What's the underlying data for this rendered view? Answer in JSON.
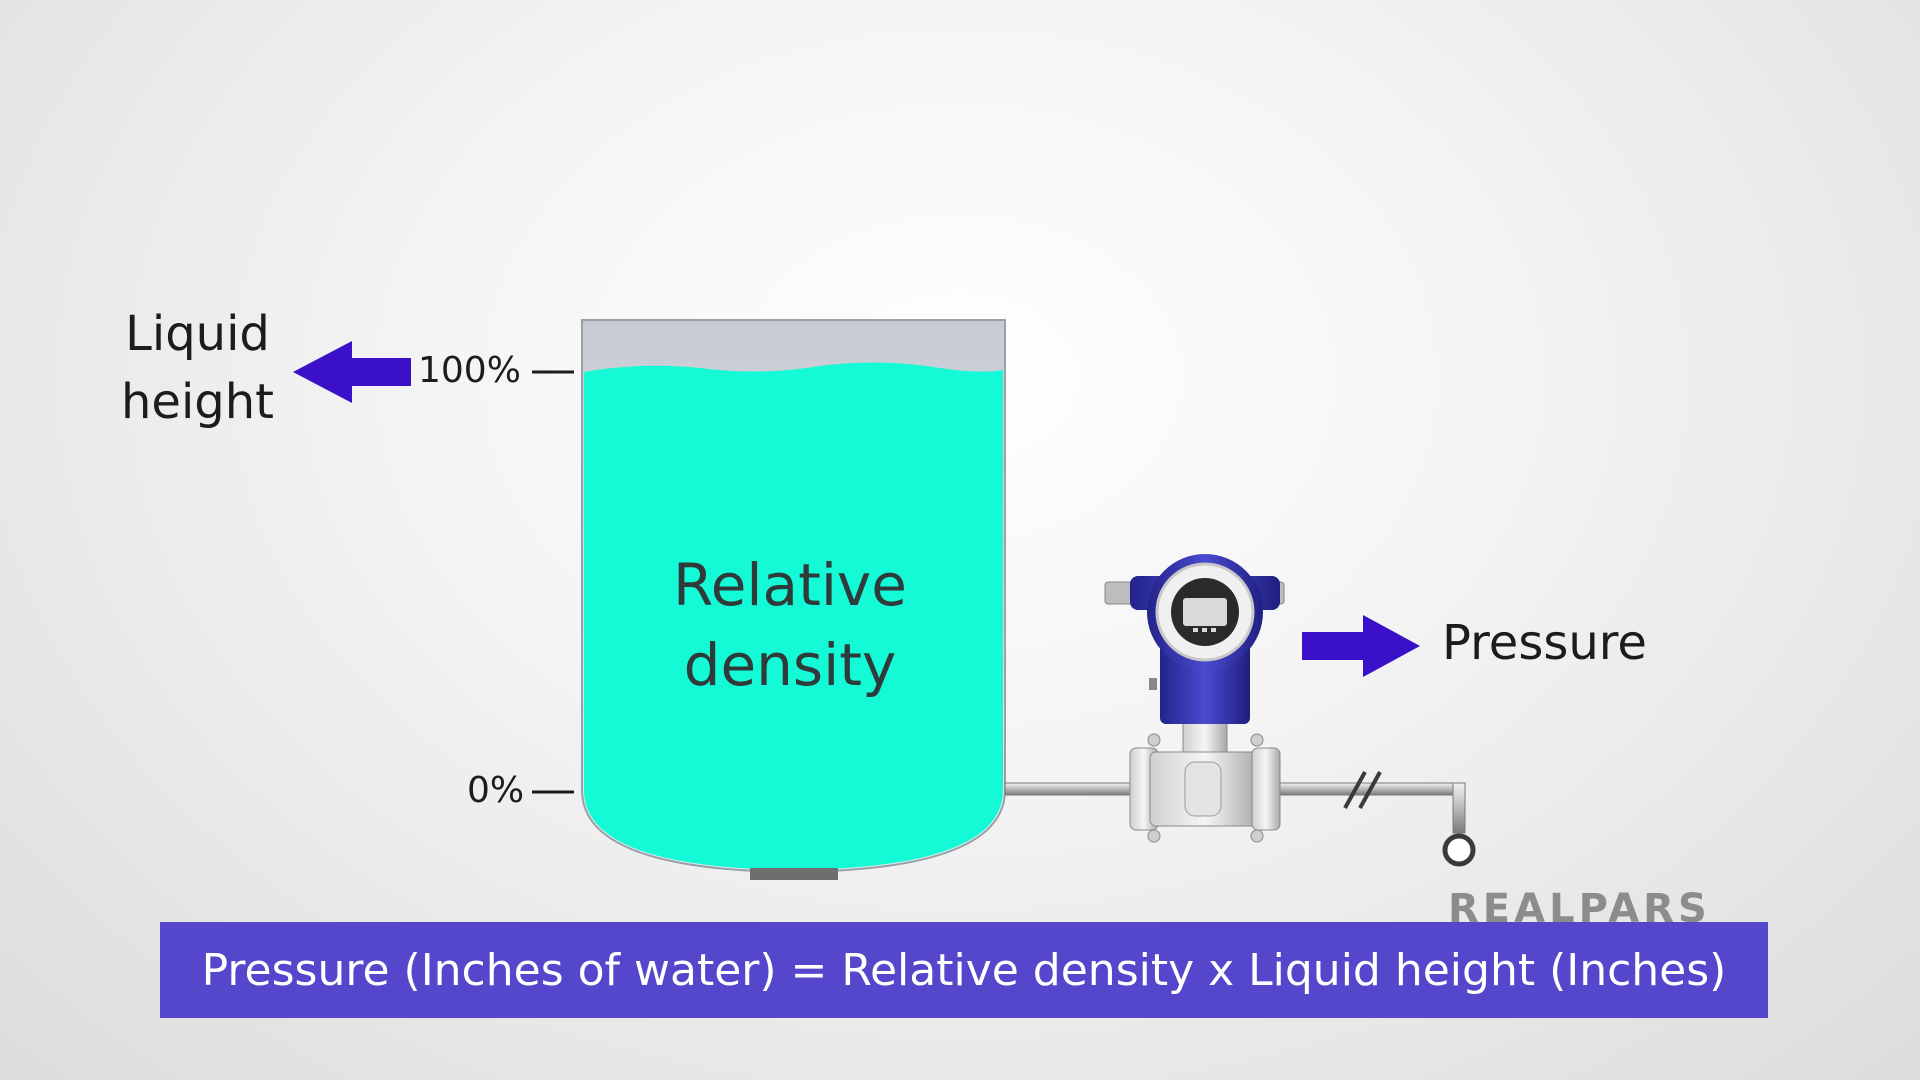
{
  "labels": {
    "liquid_height_line1": "Liquid",
    "liquid_height_line2": "height",
    "level_100": "100%",
    "level_0": "0%",
    "density_line1": "Relative",
    "density_line2": "density",
    "pressure": "Pressure"
  },
  "logo_text": "REALPARS",
  "formula": "Pressure (Inches of water) = Relative density x Liquid height (Inches)",
  "colors": {
    "liquid": "#15fad6",
    "arrow": "#3a10c8",
    "formula_bar": "#5547cc",
    "transmitter_body": "#3a3ab8"
  }
}
